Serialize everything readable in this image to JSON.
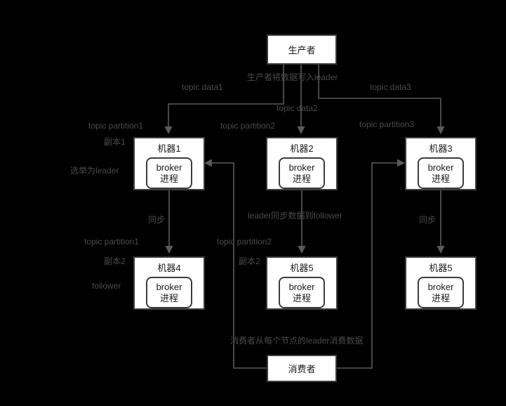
{
  "diagram": {
    "title": "Kafka topic partition replication diagram",
    "background_color": "#000000",
    "node_fill": "#ffffff",
    "node_stroke": "#3c3c3c",
    "edge_color": "#5a5a5a",
    "label_color": "#4a4a4a"
  },
  "nodes": {
    "producer": {
      "label": "生产者"
    },
    "consumer": {
      "label": "消费者"
    },
    "machine1": {
      "title": "机器1",
      "proc_line1": "broker",
      "proc_line2": "进程"
    },
    "machine2": {
      "title": "机器2",
      "proc_line1": "broker",
      "proc_line2": "进程"
    },
    "machine3": {
      "title": "机器3",
      "proc_line1": "broker",
      "proc_line2": "进程"
    },
    "machine4": {
      "title": "机器4",
      "proc_line1": "broker",
      "proc_line2": "进程"
    },
    "machine5": {
      "title": "机器5",
      "proc_line1": "broker",
      "proc_line2": "进程"
    },
    "machine5b": {
      "title": "机器5",
      "proc_line1": "broker",
      "proc_line2": "进程"
    }
  },
  "labels": {
    "producer_write_leader": "生产者将数据写入leader",
    "topic_data1": "topic data1",
    "topic_data2": "topic data2",
    "topic_data3": "topic data3",
    "topic_partition1_top": "topic partition1",
    "topic_partition2_top": "topic partition2",
    "topic_partition3_top": "topic partition3",
    "replica1": "副本1",
    "elected_leader": "选举为leader",
    "sync_left": "同步",
    "sync_right": "同步",
    "leader_sync_follower": "leader同步数据到follower",
    "topic_partition1_bottom": "topic partition1",
    "topic_partition2_bottom": "topic partition2",
    "replica2_left": "副本2",
    "replica2_mid": "副本2",
    "follower": "follower",
    "consumer_reads_leader": "消费者从每个节点的leader消费数据"
  }
}
